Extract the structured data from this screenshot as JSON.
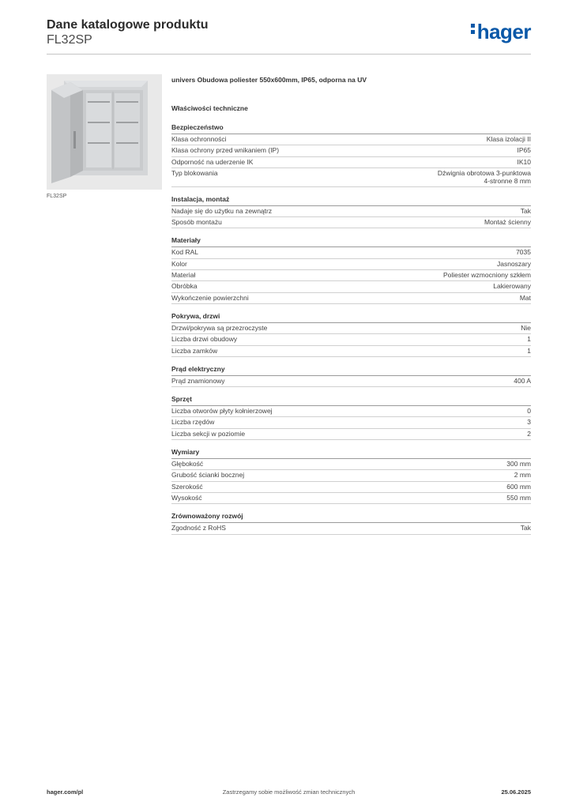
{
  "header": {
    "title": "Dane katalogowe produktu",
    "product_code": "FL32SP",
    "logo_text": "hager",
    "brand_color": "#0a58a8"
  },
  "image": {
    "caption": "FL32SP"
  },
  "product_description": "univers Obudowa poliester 550x600mm, IP65, odporna na UV",
  "properties_heading": "Właściwości techniczne",
  "sections": [
    {
      "title": "Bezpieczeństwo",
      "rows": [
        {
          "label": "Klasa ochronności",
          "value": "Klasa izolacji II"
        },
        {
          "label": "Klasa ochrony przed wnikaniem (IP)",
          "value": "IP65"
        },
        {
          "label": "Odporność na uderzenie IK",
          "value": "IK10"
        },
        {
          "label": "Typ blokowania",
          "value": "Dźwignia obrotowa 3-punktowa",
          "value2": "4-stronne 8 mm"
        }
      ]
    },
    {
      "title": "Instalacja, montaż",
      "rows": [
        {
          "label": "Nadaje się do użytku na zewnątrz",
          "value": "Tak"
        },
        {
          "label": "Sposób montażu",
          "value": "Montaż ścienny"
        }
      ]
    },
    {
      "title": "Materiały",
      "rows": [
        {
          "label": "Kod RAL",
          "value": "7035"
        },
        {
          "label": "Kolor",
          "value": "Jasnoszary"
        },
        {
          "label": "Materiał",
          "value": "Poliester wzmocniony szkłem"
        },
        {
          "label": "Obróbka",
          "value": "Lakierowany"
        },
        {
          "label": "Wykończenie powierzchni",
          "value": "Mat"
        }
      ]
    },
    {
      "title": "Pokrywa, drzwi",
      "rows": [
        {
          "label": "Drzwi/pokrywa są przezroczyste",
          "value": "Nie"
        },
        {
          "label": "Liczba drzwi obudowy",
          "value": "1"
        },
        {
          "label": "Liczba zamków",
          "value": "1"
        }
      ]
    },
    {
      "title": "Prąd elektryczny",
      "rows": [
        {
          "label": "Prąd znamionowy",
          "value": "400 A"
        }
      ]
    },
    {
      "title": "Sprzęt",
      "rows": [
        {
          "label": "Liczba otworów płyty kołnierzowej",
          "value": "0"
        },
        {
          "label": "Liczba rzędów",
          "value": "3"
        },
        {
          "label": "Liczba sekcji w poziomie",
          "value": "2"
        }
      ]
    },
    {
      "title": "Wymiary",
      "rows": [
        {
          "label": "Głębokość",
          "value": "300 mm"
        },
        {
          "label": "Grubość ścianki bocznej",
          "value": "2 mm"
        },
        {
          "label": "Szerokość",
          "value": "600 mm"
        },
        {
          "label": "Wysokość",
          "value": "550 mm"
        }
      ]
    },
    {
      "title": "Zrównoważony rozwój",
      "rows": [
        {
          "label": "Zgodność z RoHS",
          "value": "Tak"
        }
      ]
    }
  ],
  "footer": {
    "website": "hager.com/pl",
    "disclaimer": "Zastrzegamy sobie możliwość zmian technicznych",
    "date": "25.06.2025"
  }
}
